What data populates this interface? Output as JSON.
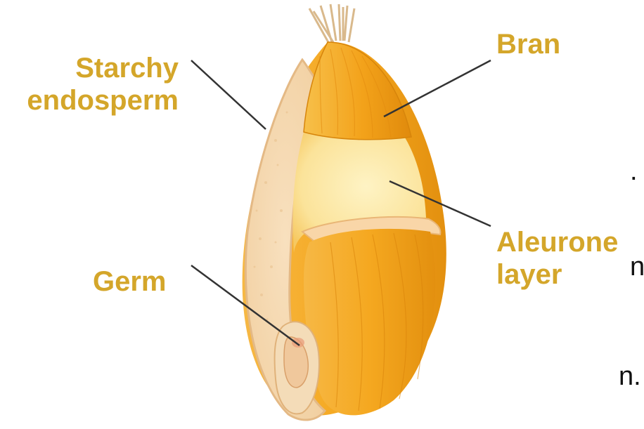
{
  "colors": {
    "label": "#D4A62A",
    "leader": "#333333",
    "bran": "#F3A21A",
    "endosperm": "#F4D3A4",
    "aleurone": "#FCEBA0",
    "germ": "#EFC9A0"
  },
  "labels": {
    "starchy_line1": "Starchy",
    "starchy_line2": "endosperm",
    "bran": "Bran",
    "aleurone_line1": "Aleurone",
    "aleurone_line2": "layer",
    "germ": "Germ"
  },
  "background_fragments": [
    ".",
    "n-",
    "n."
  ]
}
